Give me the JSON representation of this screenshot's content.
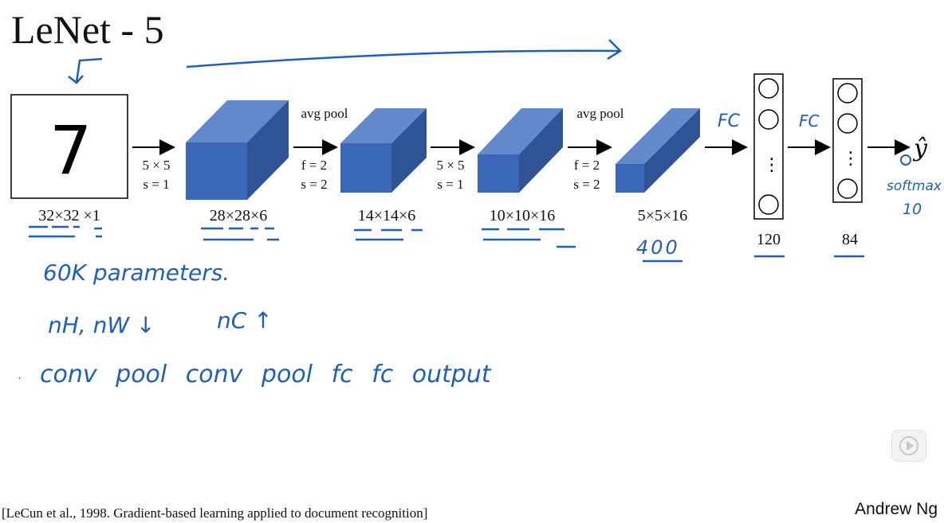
{
  "title": "LeNet - 5",
  "input": {
    "digit": "7",
    "dims": "32×32 ×1"
  },
  "ops": [
    {
      "line1": "5 × 5",
      "line2": "s = 1"
    },
    {
      "top": "avg pool",
      "line1": "f = 2",
      "line2": "s = 2"
    },
    {
      "line1": "5 × 5",
      "line2": "s = 1"
    },
    {
      "top": "avg pool",
      "line1": "f = 2",
      "line2": "s = 2"
    }
  ],
  "volumes": [
    "28×28×6",
    "14×14×6",
    "10×10×16",
    "5×5×16"
  ],
  "fc_layers": [
    {
      "size": "120",
      "dots": "⋮"
    },
    {
      "size": "84",
      "dots": "⋮"
    }
  ],
  "output_symbol": "ŷ",
  "annotations": {
    "fc1": "FC",
    "fc2": "FC",
    "flat": "400",
    "softmax": "softmax",
    "ten": "10",
    "params": "60K parameters.",
    "dims_trend_a": "nH, nW",
    "dims_trend_b": "nC",
    "sequence": "conv pool conv pool fc fc output"
  },
  "citation": "[LeCun et al., 1998. Gradient-based learning applied to document recognition]",
  "author": "Andrew Ng",
  "colors": {
    "front": "#3b67b8",
    "top": "#6289c9",
    "side": "#2e5495",
    "ink": "#1f5fb7"
  }
}
